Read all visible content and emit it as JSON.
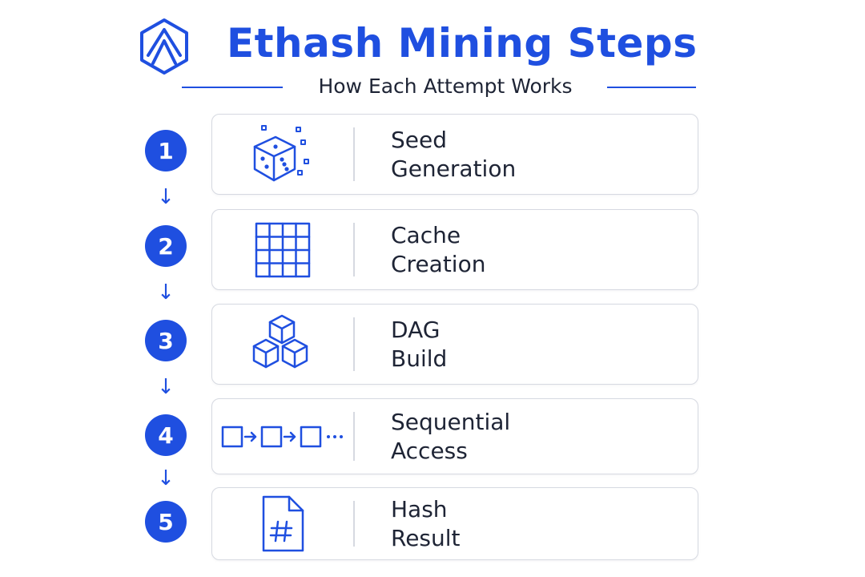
{
  "header": {
    "title": "Ethash Mining Steps",
    "subtitle": "How Each Attempt Works"
  },
  "colors": {
    "accent": "#1f4fe0",
    "text": "#1e2435",
    "card_border": "#d6d9e1"
  },
  "steps": [
    {
      "number": "1",
      "line1": "Seed",
      "line2": "Generation",
      "icon": "dice-icon"
    },
    {
      "number": "2",
      "line1": "Cache",
      "line2": "Creation",
      "icon": "grid-icon"
    },
    {
      "number": "3",
      "line1": "DAG",
      "line2": "Build",
      "icon": "cubes-icon"
    },
    {
      "number": "4",
      "line1": "Sequential",
      "line2": "Access",
      "icon": "sequence-icon"
    },
    {
      "number": "5",
      "line1": "Hash",
      "line2": "Result",
      "icon": "hash-document-icon"
    }
  ],
  "connector_arrow": "↓"
}
